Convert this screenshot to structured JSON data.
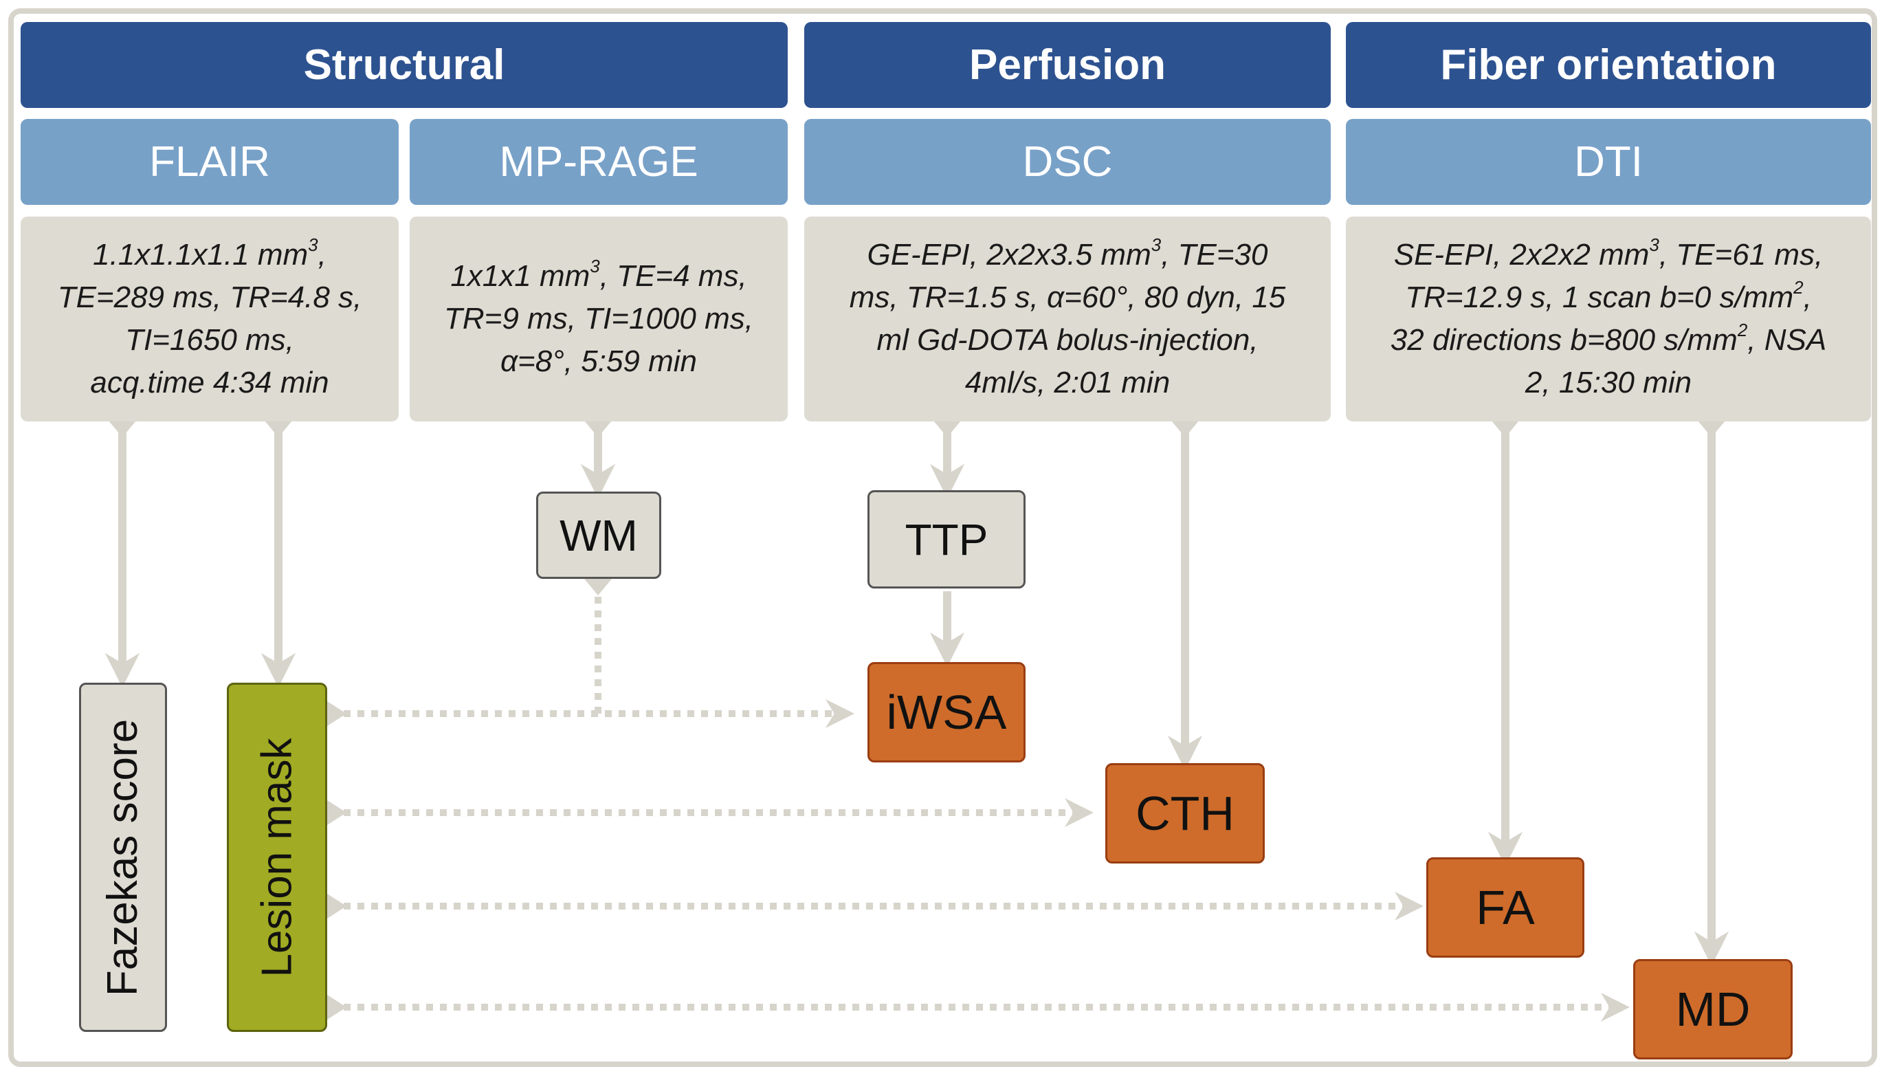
{
  "headers": {
    "structural": "Structural",
    "perfusion": "Perfusion",
    "fiber": "Fiber orientation"
  },
  "sequences": {
    "flair": "FLAIR",
    "mprage": "MP-RAGE",
    "dsc": "DSC",
    "dti": "DTI"
  },
  "params": {
    "flair": {
      "l1a": "1.1x1.1x1.1 mm",
      "l1sup": "3",
      "l1b": ",",
      "l2": "TE=289 ms, TR=4.8 s,",
      "l3": "TI=1650 ms,",
      "l4": "acq.time 4:34 min"
    },
    "mprage": {
      "l1a": "1x1x1 mm",
      "l1sup": "3",
      "l1b": ", TE=4 ms,",
      "l2": "TR=9 ms, TI=1000 ms,",
      "l3": "α=8°, 5:59 min"
    },
    "dsc": {
      "l1a": "GE-EPI, 2x2x3.5 mm",
      "l1sup": "3",
      "l1b": ", TE=30",
      "l2": "ms, TR=1.5 s, α=60°, 80 dyn, 15",
      "l3": "ml Gd-DOTA bolus-injection,",
      "l4": "4ml/s, 2:01 min"
    },
    "dti": {
      "l1a": "SE-EPI, 2x2x2 mm",
      "l1sup": "3",
      "l1b": ", TE=61 ms,",
      "l2a": "TR=12.9 s, 1 scan b=0 s/mm",
      "l2sup": "2",
      "l2b": ",",
      "l3a": "32 directions b=800 s/mm",
      "l3sup": "2",
      "l3b": ", NSA",
      "l4": "2, 15:30 min"
    }
  },
  "nodes": {
    "wm": "WM",
    "ttp": "TTP",
    "iwsa": "iWSA",
    "cth": "CTH",
    "fa": "FA",
    "md": "MD",
    "fazekas": "Fazekas score",
    "lesion": "Lesion mask"
  },
  "colors": {
    "header": "#2d5290",
    "sequence": "#78a1c8",
    "param_box": "#dedbd2",
    "output_node": "#cf6c2b",
    "lesion_mask": "#a1ab23",
    "connector": "#d7d4cb"
  }
}
